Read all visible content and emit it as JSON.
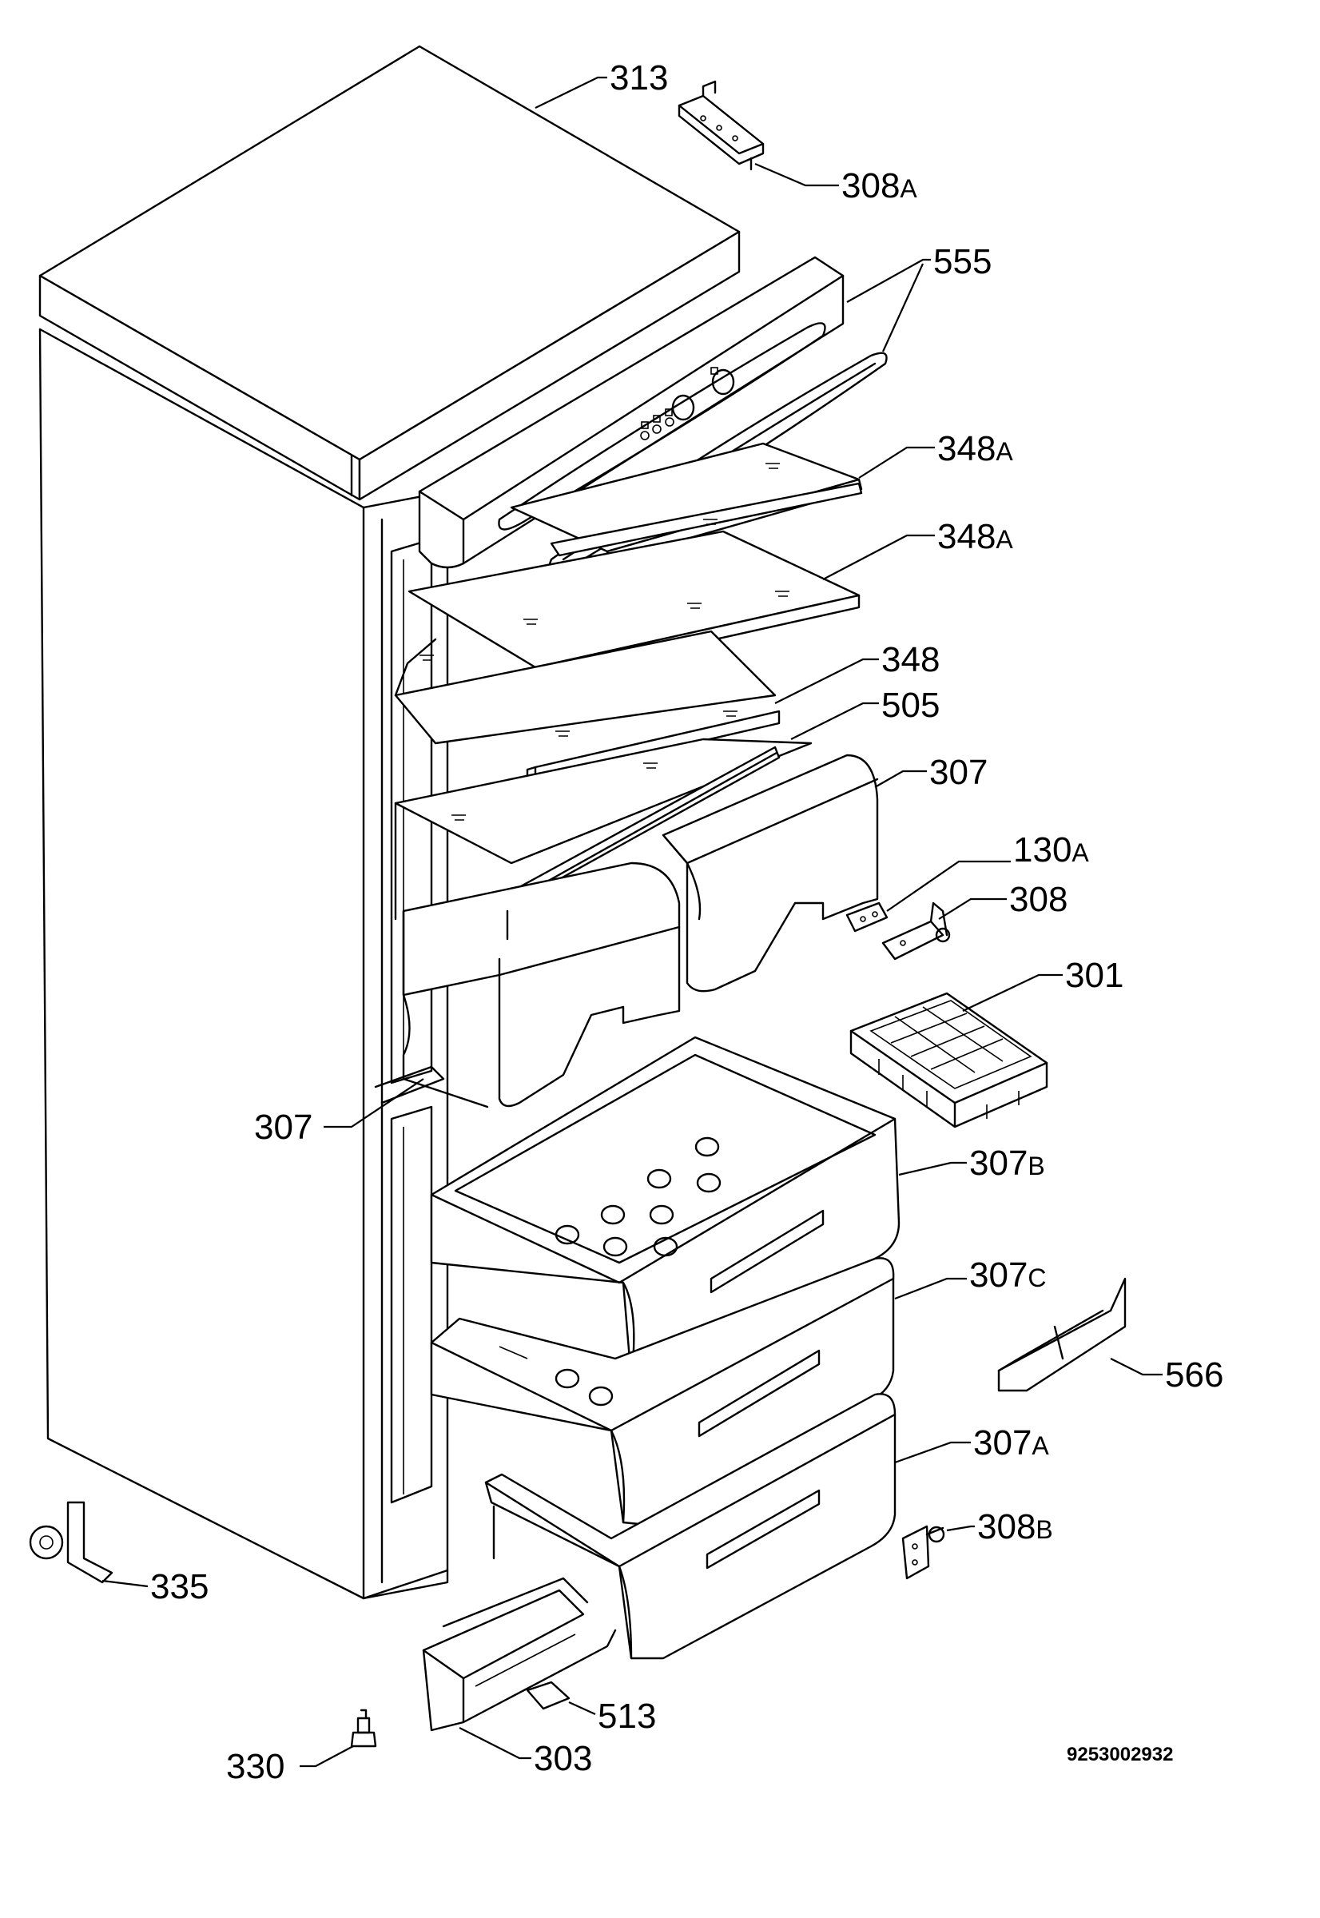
{
  "callouts": [
    {
      "id": "313",
      "number": "313",
      "suffix": ""
    },
    {
      "id": "308a",
      "number": "308",
      "suffix": "A"
    },
    {
      "id": "555",
      "number": "555",
      "suffix": ""
    },
    {
      "id": "348a-upper",
      "number": "348",
      "suffix": "A"
    },
    {
      "id": "348a-lower",
      "number": "348",
      "suffix": "A"
    },
    {
      "id": "348",
      "number": "348",
      "suffix": ""
    },
    {
      "id": "505",
      "number": "505",
      "suffix": ""
    },
    {
      "id": "307-upper",
      "number": "307",
      "suffix": ""
    },
    {
      "id": "130a",
      "number": "130",
      "suffix": "A"
    },
    {
      "id": "308",
      "number": "308",
      "suffix": ""
    },
    {
      "id": "301",
      "number": "301",
      "suffix": ""
    },
    {
      "id": "307-left",
      "number": "307",
      "suffix": ""
    },
    {
      "id": "307b",
      "number": "307",
      "suffix": "B"
    },
    {
      "id": "307c",
      "number": "307",
      "suffix": "C"
    },
    {
      "id": "566",
      "number": "566",
      "suffix": ""
    },
    {
      "id": "307a",
      "number": "307",
      "suffix": "A"
    },
    {
      "id": "308b",
      "number": "308",
      "suffix": "B"
    },
    {
      "id": "335",
      "number": "335",
      "suffix": ""
    },
    {
      "id": "513",
      "number": "513",
      "suffix": ""
    },
    {
      "id": "330",
      "number": "330",
      "suffix": ""
    },
    {
      "id": "303",
      "number": "303",
      "suffix": ""
    }
  ],
  "drawing_code": "9253002932"
}
